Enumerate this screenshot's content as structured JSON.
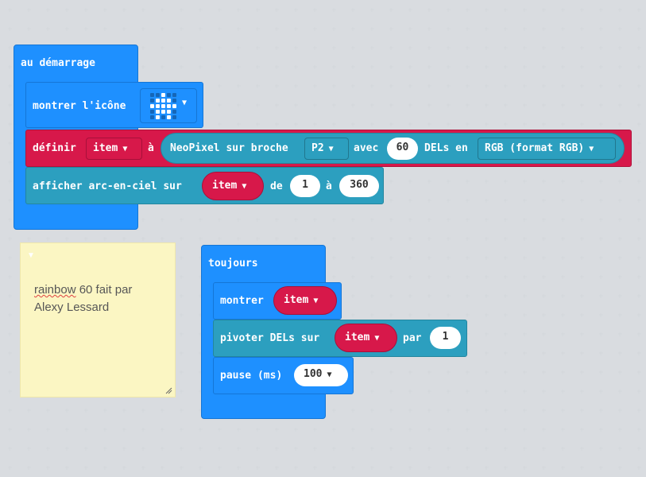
{
  "colors": {
    "canvas": "#eceef1",
    "basic_blue": "#1e90ff",
    "neopixel_teal": "#2c9fbf",
    "variable_red": "#d7184a",
    "note_yellow": "#fbf6c3"
  },
  "on_start": {
    "label": "au démarrage",
    "show_icon": {
      "label": "montrer l'icône",
      "icon_name": "led-grid-icon"
    },
    "set_var": {
      "label": "définir",
      "var": "item",
      "to": "à",
      "create": {
        "label": "NeoPixel sur broche",
        "pin": "P2",
        "with": "avec",
        "count": "60",
        "leds": "DELs en",
        "mode": "RGB (format RGB)"
      }
    },
    "rainbow": {
      "label": "afficher arc-en-ciel sur",
      "var": "item",
      "from": "de",
      "start": "1",
      "to": "à",
      "end": "360"
    }
  },
  "comment": {
    "word1": "rainbow",
    "rest1": " 60 fait par",
    "line2": "Alexy Lessard"
  },
  "forever": {
    "label": "toujours",
    "show": {
      "label": "montrer",
      "var": "item"
    },
    "rotate": {
      "label": "pivoter DELs sur",
      "var": "item",
      "by": "par",
      "offset": "1"
    },
    "pause": {
      "label": "pause (ms)",
      "value": "100"
    }
  }
}
